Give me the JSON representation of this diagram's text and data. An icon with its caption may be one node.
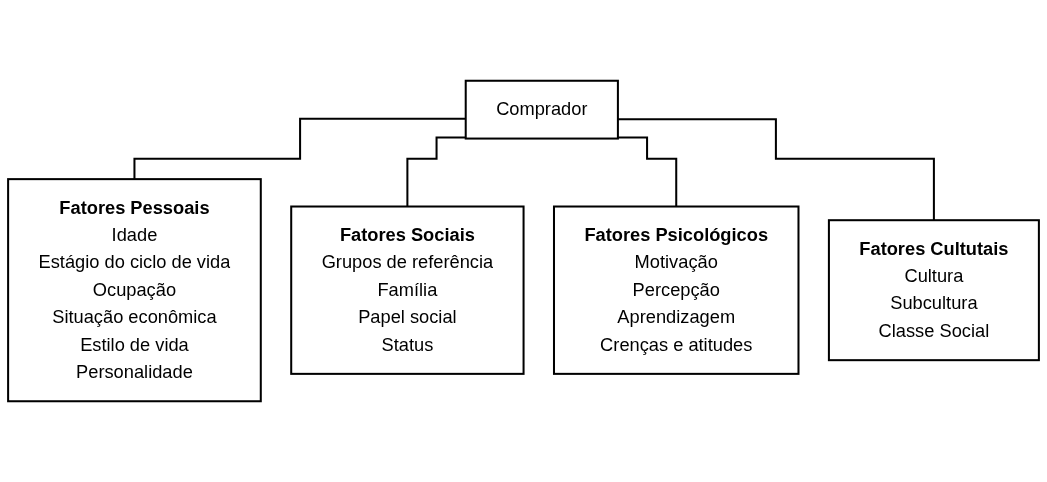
{
  "diagram": {
    "nodes": [
      {
        "text": [
          "Comprador"
        ]
      },
      {
        "text": [
          "Fatores Pessoais",
          "Idade",
          "Estágio do ciclo de vida",
          "Ocupação",
          "Situação econômica",
          "Estilo de vida",
          "Personalidade"
        ]
      },
      {
        "text": [
          "Fatores Sociais",
          "Grupos de referência",
          "Família",
          "Papel social",
          "Status"
        ]
      },
      {
        "text": [
          "Fatores Psicológicos",
          "Motivação",
          "Percepção",
          "Aprendizagem",
          "Crenças e atitudes"
        ]
      },
      {
        "text": [
          "Fatores Cultutais",
          "Cultura",
          "Subcultura",
          "Classe Social"
        ]
      }
    ],
    "edges": [
      {
        "from": 0,
        "to": 1,
        "arrow": "none"
      },
      {
        "from": 0,
        "to": 2,
        "arrow": "none"
      },
      {
        "from": 0,
        "to": 3,
        "arrow": "none"
      },
      {
        "from": 0,
        "to": 4,
        "arrow": "none"
      }
    ]
  }
}
